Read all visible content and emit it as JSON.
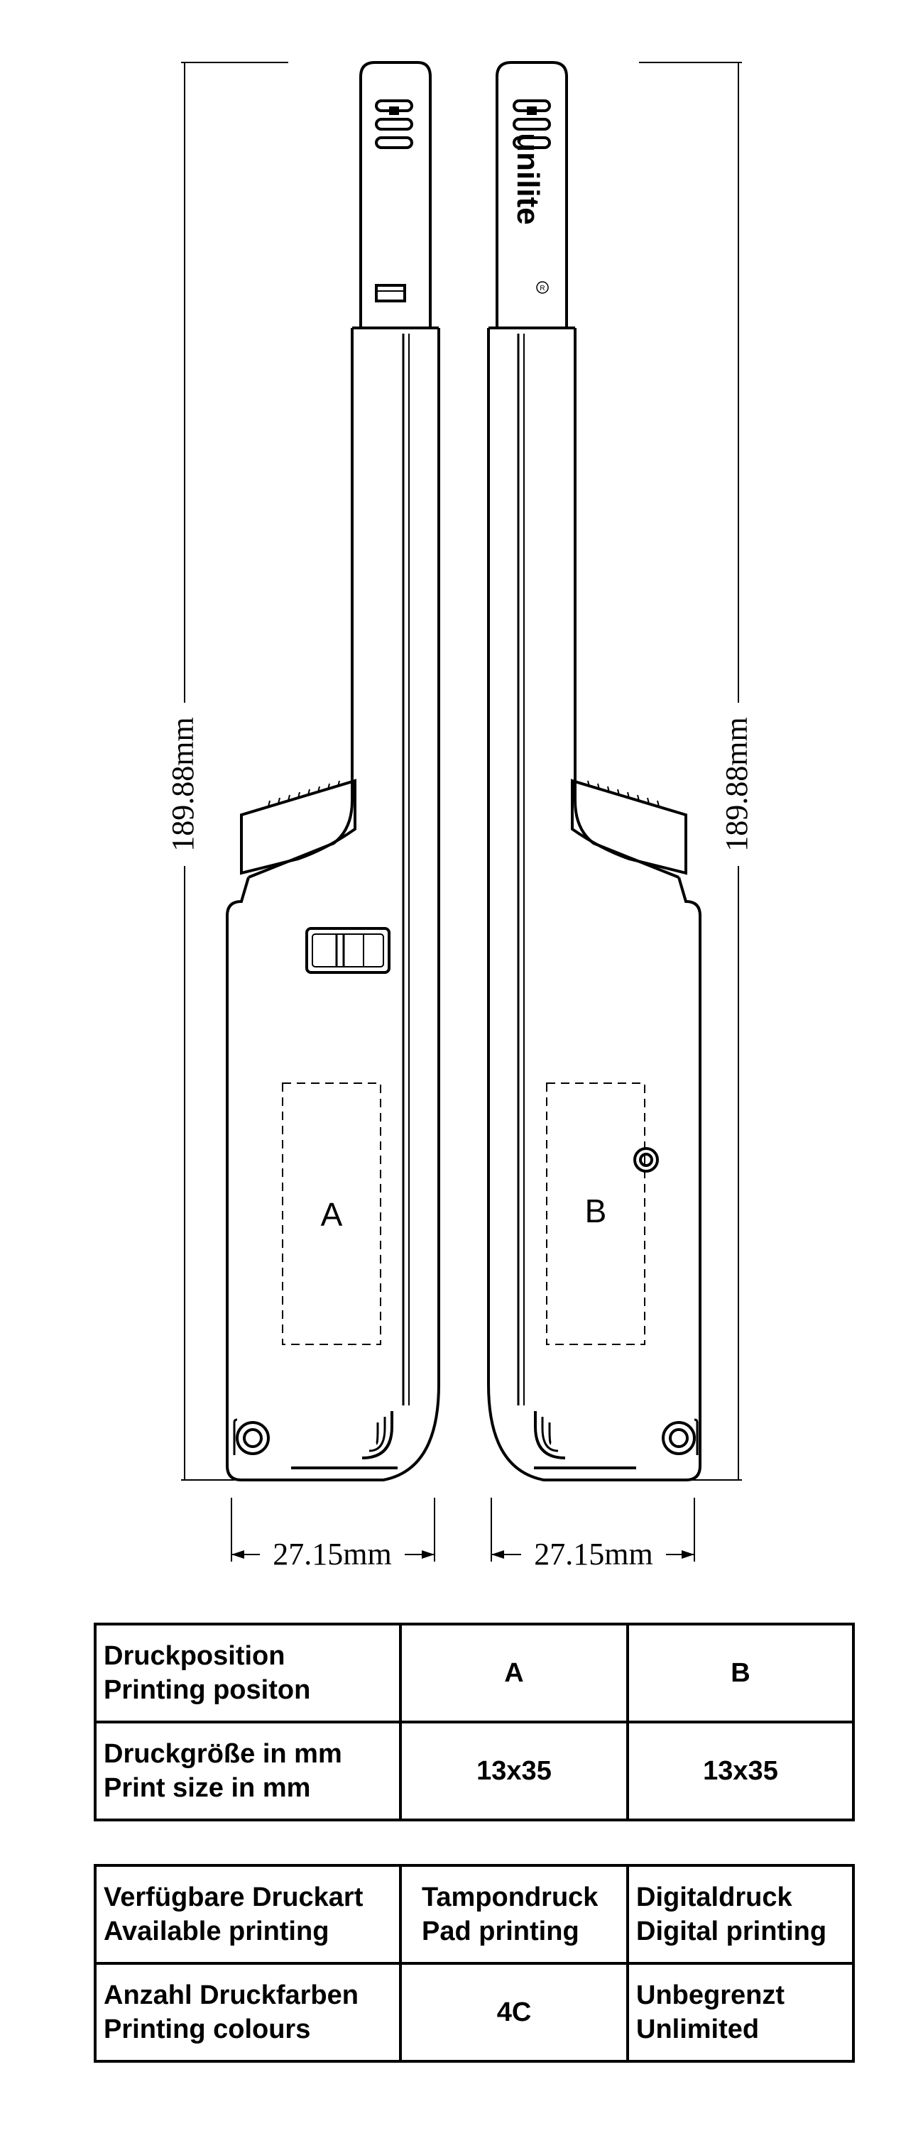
{
  "dimensions": {
    "height_left": "189.88mm",
    "height_right": "189.88mm",
    "width_left": "27.15mm",
    "width_right": "27.15mm"
  },
  "brand": {
    "name": "unilite",
    "mark": "R"
  },
  "print_areas": {
    "left": "A",
    "right": "B"
  },
  "table_print": {
    "rows": [
      {
        "label_de": "Druckposition",
        "label_en": "Printing positon",
        "a": "A",
        "b": "B"
      },
      {
        "label_de": "Druckgröße in mm",
        "label_en": "Print size in mm",
        "a": "13x35",
        "b": "13x35"
      }
    ]
  },
  "table_methods": {
    "rows": [
      {
        "label_de": "Verfügbare Druckart",
        "label_en": "Available printing",
        "a_de": "Tampondruck",
        "a_en": "Pad printing",
        "b_de": "Digitaldruck",
        "b_en": "Digital printing"
      },
      {
        "label_de": "Anzahl Druckfarben",
        "label_en": "Printing colours",
        "a": "4C",
        "b_de": "Unbegrenzt",
        "b_en": "Unlimited"
      }
    ]
  }
}
